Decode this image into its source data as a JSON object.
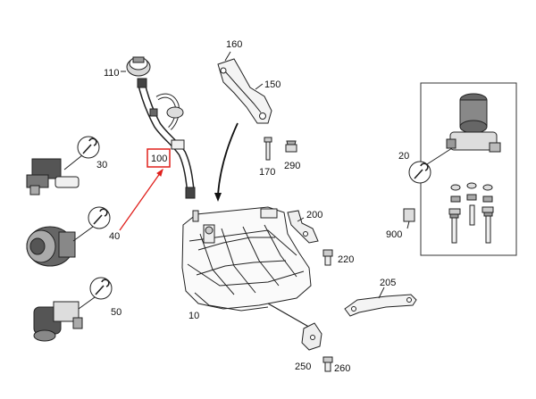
{
  "diagram": {
    "highlight_color": "#e0201c",
    "line_color": "#222222",
    "part_labels": {
      "p10": "10",
      "p20": "20",
      "p30": "30",
      "p40": "40",
      "p50": "50",
      "p100": "100",
      "p110": "110",
      "p150": "150",
      "p160": "160",
      "p170": "170",
      "p200": "200",
      "p205": "205",
      "p220": "220",
      "p250": "250",
      "p260": "260",
      "p290": "290",
      "p900": "900"
    }
  }
}
